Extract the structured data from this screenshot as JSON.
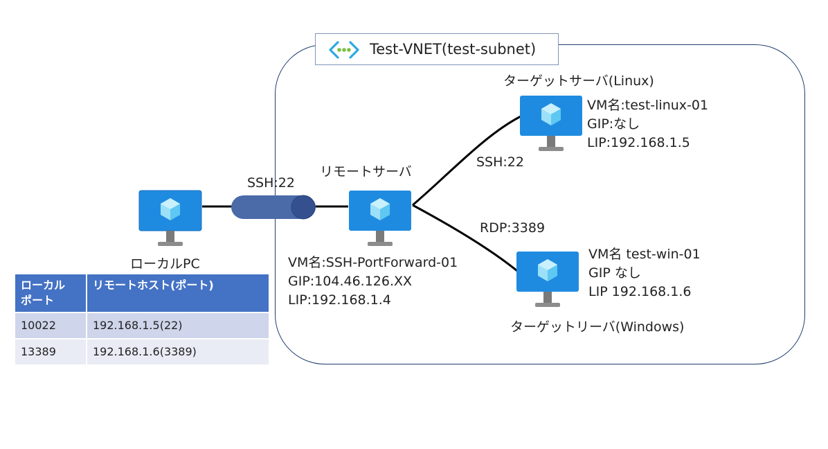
{
  "vnet": {
    "title": "Test-VNET(test-subnet)",
    "icon": "virtual-network-icon"
  },
  "local_pc": {
    "label": "ローカルPC",
    "icon": "virtual-machine-icon"
  },
  "tunnel": {
    "label": "SSH:22",
    "icon": "ssh-tunnel-cylinder"
  },
  "remote_server": {
    "label": "リモートサーバ",
    "icon": "virtual-machine-icon",
    "lines": [
      "VM名:SSH-PortForward-01",
      "GIP:104.46.126.XX",
      "LIP:192.168.1.4"
    ]
  },
  "linux_server": {
    "label": "ターゲットサーバ(Linux)",
    "icon": "virtual-machine-icon",
    "lines": [
      "VM名:test-linux-01",
      "GIP:なし",
      "LIP:192.168.1.5"
    ]
  },
  "windows_server": {
    "label": "ターゲットリーバ(Windows)",
    "icon": "virtual-machine-icon",
    "lines": [
      "VM名 test-win-01",
      "GIP なし",
      "LIP 192.168.1.6"
    ]
  },
  "connections": {
    "ssh_label": "SSH:22",
    "rdp_label": "RDP:3389"
  },
  "port_table": {
    "headers": [
      "ローカル\nポート",
      "リモートホスト(ポート)"
    ],
    "rows": [
      [
        "10022",
        "192.168.1.5(22)"
      ],
      [
        "13389",
        "192.168.1.6(3389)"
      ]
    ]
  },
  "colors": {
    "monitor_blue": "#1f8be0",
    "screen_light": "#46b2f0",
    "cube": "#9be0f8",
    "stand_gray": "#8c8c8c",
    "vnet_border": "#1f3d70",
    "tunnel": "#4a6aa8",
    "table_header": "#4472c4",
    "vnet_green": "#7ac043",
    "vnet_blue": "#30a8e0"
  }
}
